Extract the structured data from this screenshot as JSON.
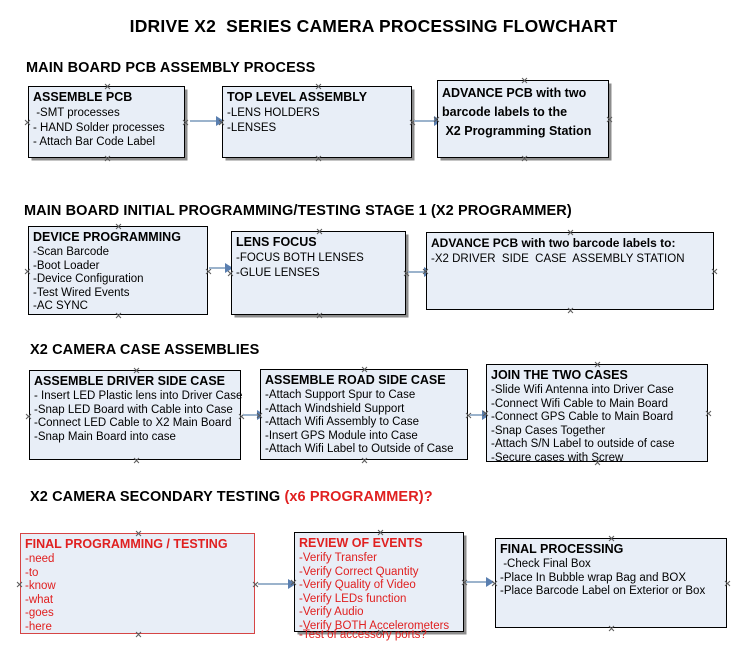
{
  "title": "IDRIVE X2  SERIES CAMERA PROCESSING FLOWCHART",
  "sections": [
    {
      "heading": "MAIN BOARD PCB ASSEMBLY PROCESS",
      "heading_note": "",
      "boxes": [
        {
          "title": "ASSEMBLE PCB",
          "lines": [
            " -SMT processes",
            "- HAND Solder processes",
            "- Attach Bar Code Label"
          ]
        },
        {
          "title": "TOP LEVEL ASSEMBLY",
          "lines": [
            "-LENS HOLDERS",
            "-LENSES"
          ]
        },
        {
          "title": "ADVANCE PCB with two\nbarcode labels to the\n X2 Programming Station",
          "lines": []
        }
      ]
    },
    {
      "heading": "MAIN BOARD INITIAL PROGRAMMING/TESTING STAGE 1 (X2 PROGRAMMER)",
      "heading_note": "",
      "boxes": [
        {
          "title": "DEVICE PROGRAMMING",
          "lines": [
            "-Scan Barcode",
            "-Boot Loader",
            "-Device Configuration",
            "-Test Wired Events",
            "-AC SYNC"
          ]
        },
        {
          "title": "LENS FOCUS",
          "lines": [
            "-FOCUS BOTH LENSES",
            "-GLUE LENSES"
          ]
        },
        {
          "title": "ADVANCE PCB with two barcode labels to:",
          "lines": [
            "-X2 DRIVER  SIDE  CASE  ASSEMBLY STATION"
          ]
        }
      ]
    },
    {
      "heading": "X2 CAMERA CASE ASSEMBLIES",
      "heading_note": "",
      "boxes": [
        {
          "title": "ASSEMBLE DRIVER SIDE CASE",
          "lines": [
            "- Insert LED Plastic lens into Driver Case",
            "-Snap LED Board with Cable into Case",
            "-Connect LED Cable to X2 Main Board",
            "-Snap Main Board into case"
          ]
        },
        {
          "title": "ASSEMBLE ROAD SIDE CASE",
          "lines": [
            "-Attach Support Spur to Case",
            "-Attach Windshield Support",
            "-Attach Wifi Assembly to Case",
            "-Insert GPS Module into Case",
            "-Attach Wifi Label to Outside of Case"
          ]
        },
        {
          "title": "JOIN THE TWO CASES",
          "lines": [
            "-Slide Wifi Antenna into Driver Case",
            "-Connect Wifi Cable to Main Board",
            "-Connect GPS Cable to Main Board",
            "-Snap Cases Together",
            "-Attach S/N Label to outside of case",
            "-Secure cases with Screw"
          ]
        }
      ]
    },
    {
      "heading": "X2 CAMERA SECONDARY TESTING ",
      "heading_note": "(x6 PROGRAMMER)?",
      "boxes": [
        {
          "title": "FINAL PROGRAMMING / TESTING",
          "lines": [
            "-need",
            "-to",
            "-know",
            "-what",
            "-goes",
            "-here"
          ]
        },
        {
          "title": "REVIEW OF EVENTS",
          "lines": [
            "-Verify Transfer",
            "-Verify Correct Quantity",
            "-Verify Quality of Video",
            "-Verify LEDs function",
            "-Verify Audio",
            "-Verify BOTH Accelerometers"
          ],
          "overflow_line": "-Test of accessory ports?"
        },
        {
          "title": "FINAL PROCESSING",
          "lines": [
            " -Check Final Box",
            "-Place In Bubble wrap Bag and BOX",
            "-Place Barcode Label on Exterior or Box"
          ]
        }
      ]
    }
  ],
  "colors": {
    "box_fill": "#e8eef7",
    "box_border": "#000000",
    "red_accent": "#e02020",
    "red_border": "#d64545",
    "arrow_shaft": "#9bb3cc",
    "arrow_head": "#5a7fb0"
  }
}
